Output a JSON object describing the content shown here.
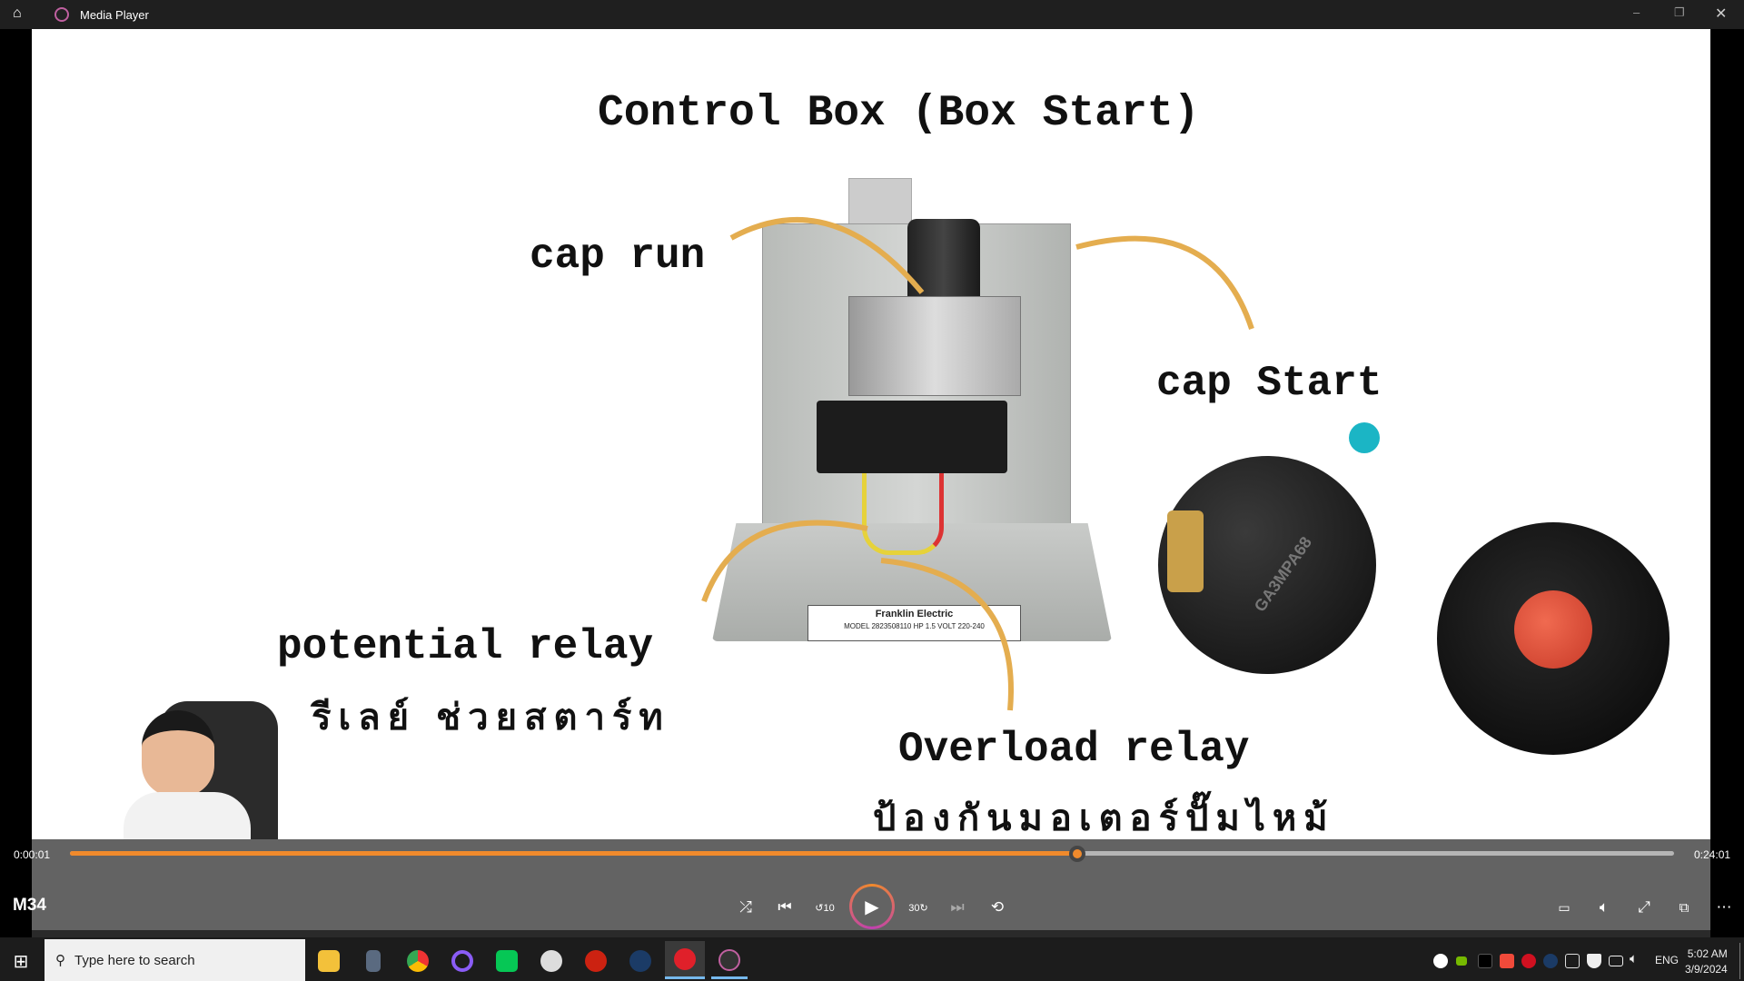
{
  "window": {
    "title": "Media Player"
  },
  "slide": {
    "title": "Control Box (Box Start)",
    "cap_run": "cap run",
    "cap_start": "cap Start",
    "potential_relay": "potential relay",
    "potential_relay_thai": "รีเลย์ ช่วยสตาร์ท",
    "overload_relay": "Overload relay",
    "overload_relay_thai": "ป้องกันมอเตอร์ปั๊มไหม้",
    "brand_label": "Franklin Electric",
    "model_label": "MODEL 2823508110   HP 1.5   VOLT 220-240",
    "relay_marking": "GA3MPA68"
  },
  "player": {
    "current_time": "0:00:01",
    "total_time": "0:24:01",
    "progress_fraction": 0.628,
    "media_title": "M34",
    "accent": "#f08a2c"
  },
  "taskbar": {
    "search_placeholder": "Type here to search",
    "language": "ENG",
    "time": "5:02 AM",
    "date": "3/9/2024"
  }
}
